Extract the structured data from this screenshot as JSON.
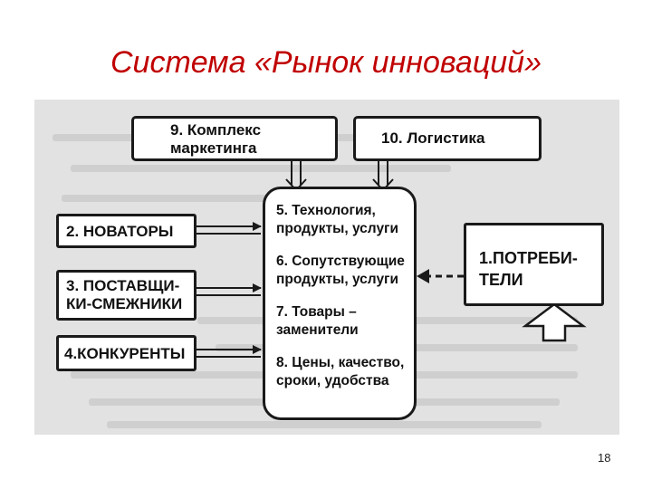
{
  "slide": {
    "title": "Система «Рынок инноваций»",
    "page_number": "18"
  },
  "diagram": {
    "marketing": [
      "9. Комплекс",
      "маркетинга"
    ],
    "logistics": "10. Логистика",
    "innovators": "2. НОВАТОРЫ",
    "suppliers": [
      "3. ПОСТАВЩИ-",
      "КИ-СМЕЖНИКИ"
    ],
    "competitors": "4.КОНКУРЕНТЫ",
    "center": [
      "5. Технология,",
      "продукты, услуги",
      "6. Сопутствующие",
      "продукты, услуги",
      "7. Товары –",
      "заменители",
      "8. Цены, качество,",
      "сроки, удобства"
    ],
    "consumers": [
      "1.ПОТРЕБИ-",
      "ТЕЛИ"
    ]
  }
}
